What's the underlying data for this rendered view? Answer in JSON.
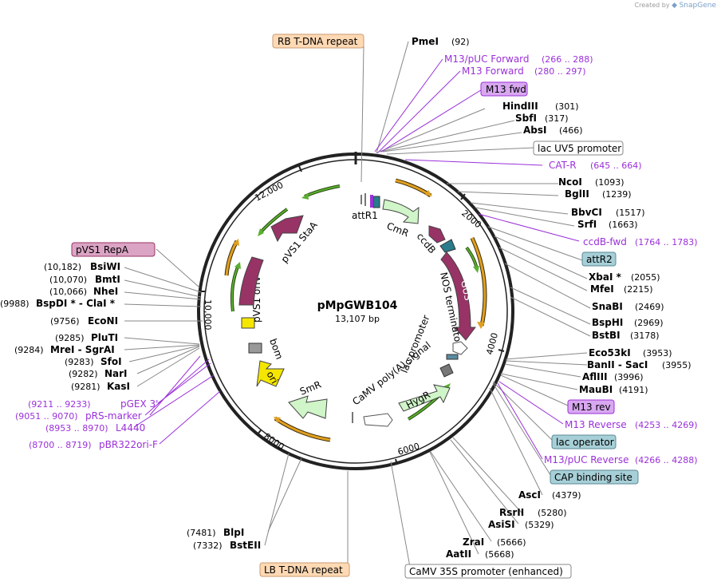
{
  "credit": {
    "prefix": "Created by",
    "brand": "SnapGene"
  },
  "map": {
    "name": "pMpGWB104",
    "length_label": "13,107 bp",
    "total_bp": 13107,
    "tick_labels": [
      "2000",
      "4000",
      "6000",
      "8000",
      "10,000",
      "12,000"
    ],
    "colors": {
      "enzyme": "#000000",
      "primer": "#9b30d9",
      "cds": "#983366",
      "promoter_arrow": "#d0f5c8",
      "ori": "#f5e600",
      "orange_orf": "#e0a020",
      "green_orf": "#5ab030",
      "misc_box": "#ffd9b4",
      "feature_box": "#a7cfd7",
      "primer_box": "#d8a8f0",
      "repa_box": "#dba4c4"
    },
    "features": [
      {
        "name": "CmR",
        "type": "resistance"
      },
      {
        "name": "ccdB",
        "type": "cds"
      },
      {
        "name": "GUS",
        "type": "cds"
      },
      {
        "name": "NOS terminator",
        "type": "terminator"
      },
      {
        "name": "lac promoter",
        "type": "promoter"
      },
      {
        "name": "HygR",
        "type": "resistance"
      },
      {
        "name": "CaMV poly(A) signal",
        "type": "terminator"
      },
      {
        "name": "SmR",
        "type": "resistance"
      },
      {
        "name": "ori",
        "type": "origin"
      },
      {
        "name": "bom",
        "type": "misc"
      },
      {
        "name": "pVS1 oriV",
        "type": "origin"
      },
      {
        "name": "pVS1 StaA",
        "type": "cds"
      },
      {
        "name": "attR1",
        "type": "recombination"
      }
    ],
    "enzymes": [
      {
        "name": "PmeI",
        "pos": "(92)"
      },
      {
        "name": "HindIII",
        "pos": "(301)"
      },
      {
        "name": "SbfI",
        "pos": "(317)"
      },
      {
        "name": "AbsI",
        "pos": "(466)"
      },
      {
        "name": "NcoI",
        "pos": "(1093)"
      },
      {
        "name": "BglII",
        "pos": "(1239)"
      },
      {
        "name": "BbvCI",
        "pos": "(1517)"
      },
      {
        "name": "SrfI",
        "pos": "(1663)"
      },
      {
        "name": "XbaI *",
        "pos": "(2055)"
      },
      {
        "name": "MfeI",
        "pos": "(2215)"
      },
      {
        "name": "SnaBI",
        "pos": "(2469)"
      },
      {
        "name": "BspHI",
        "pos": "(2969)"
      },
      {
        "name": "BstBI",
        "pos": "(3178)"
      },
      {
        "name": "Eco53kI",
        "pos": "(3953)"
      },
      {
        "name": "BanII - SacI",
        "pos": "(3955)"
      },
      {
        "name": "AflIII",
        "pos": "(3996)"
      },
      {
        "name": "MauBI",
        "pos": "(4191)"
      },
      {
        "name": "AscI",
        "pos": "(4379)"
      },
      {
        "name": "RsrII",
        "pos": "(5280)"
      },
      {
        "name": "AsiSI",
        "pos": "(5329)"
      },
      {
        "name": "ZraI",
        "pos": "(5666)"
      },
      {
        "name": "AatII",
        "pos": "(5668)"
      },
      {
        "name": "BlpI",
        "pos": "(7481)"
      },
      {
        "name": "BstEII",
        "pos": "(7332)"
      },
      {
        "name": "KasI",
        "pos": "(9281)"
      },
      {
        "name": "NarI",
        "pos": "(9282)"
      },
      {
        "name": "SfoI",
        "pos": "(9283)"
      },
      {
        "name": "MreI - SgrAI",
        "pos": "(9284)"
      },
      {
        "name": "PluTI",
        "pos": "(9285)"
      },
      {
        "name": "EcoNI",
        "pos": "(9756)"
      },
      {
        "name": "BspDI * - ClaI *",
        "pos": "(9988)"
      },
      {
        "name": "NheI",
        "pos": "(10,066)"
      },
      {
        "name": "BmtI",
        "pos": "(10,070)"
      },
      {
        "name": "BsiWI",
        "pos": "(10,182)"
      }
    ],
    "primers": [
      {
        "name": "M13/pUC Forward",
        "range": "(266 .. 288)"
      },
      {
        "name": "M13 Forward",
        "range": "(280 .. 297)"
      },
      {
        "name": "CAT-R",
        "range": "(645 .. 664)"
      },
      {
        "name": "ccdB-fwd",
        "range": "(1764 .. 1783)"
      },
      {
        "name": "M13 Reverse",
        "range": "(4253 .. 4269)"
      },
      {
        "name": "M13/pUC Reverse",
        "range": "(4266 .. 4288)"
      },
      {
        "name": "pGEX 3'",
        "range": "(9211 .. 9233)"
      },
      {
        "name": "pRS-marker",
        "range": "(9051 .. 9070)"
      },
      {
        "name": "L4440",
        "range": "(8953 .. 8970)"
      },
      {
        "name": "pBR322ori-F",
        "range": "(8700 .. 8719)"
      }
    ],
    "boxes": [
      {
        "name": "RB T-DNA repeat",
        "kind": "misc"
      },
      {
        "name": "M13 fwd",
        "kind": "primer"
      },
      {
        "name": "lac UV5 promoter",
        "kind": "plain"
      },
      {
        "name": "attR2",
        "kind": "feature"
      },
      {
        "name": "M13 rev",
        "kind": "primer"
      },
      {
        "name": "lac operator",
        "kind": "feature"
      },
      {
        "name": "CAP binding site",
        "kind": "feature"
      },
      {
        "name": "pVS1 RepA",
        "kind": "repa"
      },
      {
        "name": "LB T-DNA repeat",
        "kind": "misc"
      },
      {
        "name": "CaMV 35S promoter (enhanced)",
        "kind": "plain"
      }
    ]
  }
}
